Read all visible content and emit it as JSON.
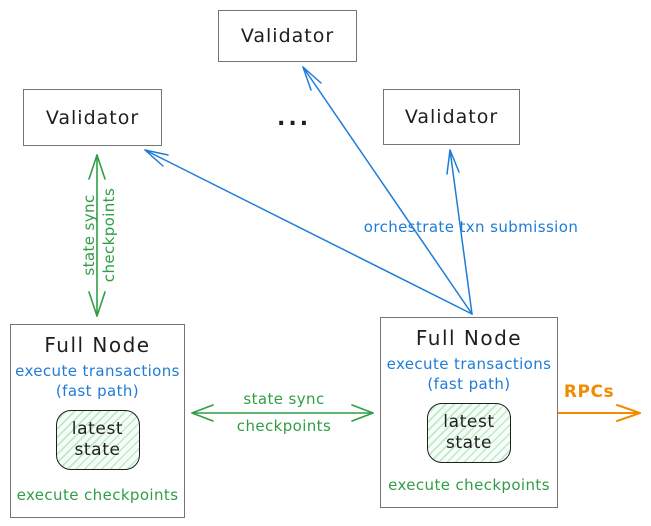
{
  "colors": {
    "green": "#2f9e44",
    "blue": "#1f7cd6",
    "orange": "#f08c00",
    "ink": "#1e1e1e",
    "box-border": "#757575"
  },
  "nodes": {
    "validator_top": {
      "label": "Validator"
    },
    "validator_left": {
      "label": "Validator"
    },
    "validator_right": {
      "label": "Validator"
    },
    "ellipsis": "...",
    "full_node_left": {
      "title": "Full Node",
      "blue_line1": "execute transactions",
      "blue_line2": "(fast path)",
      "state_line1": "latest",
      "state_line2": "state",
      "footer": "execute checkpoints"
    },
    "full_node_right": {
      "title": "Full Node",
      "blue_line1": "execute transactions",
      "blue_line2": "(fast path)",
      "state_line1": "latest",
      "state_line2": "state",
      "footer": "execute checkpoints"
    }
  },
  "edges": {
    "state_sync_left": {
      "line1": "state sync",
      "line2": "checkpoints"
    },
    "state_sync_middle": {
      "line1": "state sync",
      "line2": "checkpoints"
    },
    "orchestrate": {
      "label": "orchestrate txn submission"
    },
    "rpcs": {
      "label": "RPCs"
    }
  }
}
